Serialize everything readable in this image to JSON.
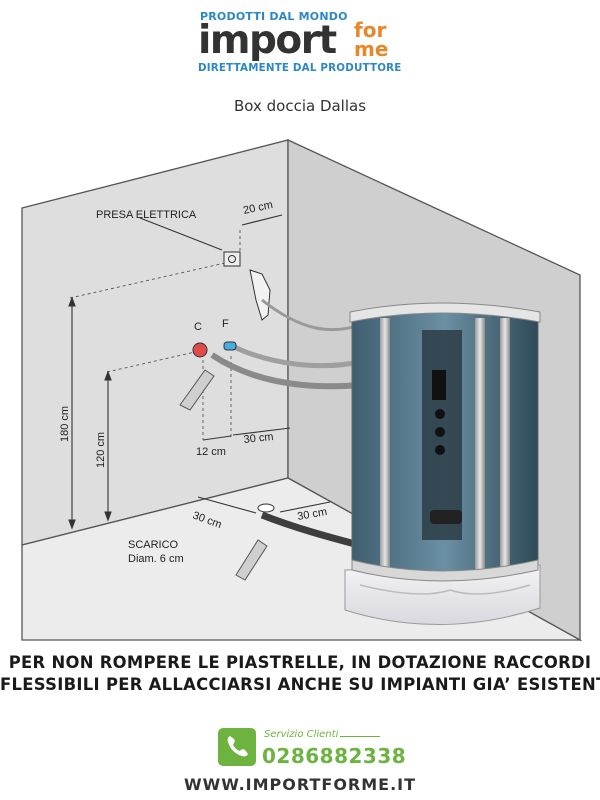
{
  "logo": {
    "tagline_top": "PRODOTTI DAL MONDO",
    "brand_main": "import",
    "brand_for": "for",
    "brand_me": "me",
    "tagline_bottom": "DIRETTAMENTE DAL PRODUTTORE"
  },
  "title": "Box doccia Dallas",
  "diagram": {
    "presa_label": "PRESA ELETTRICA",
    "presa_dist": "20 cm",
    "cold_label": "C",
    "hot_label": "F",
    "height_total": "180 cm",
    "height_taps": "120 cm",
    "tap_gap": "12 cm",
    "tap_to_box": "30 cm",
    "drain_left": "30 cm",
    "drain_right": "30 cm",
    "drain_label": "SCARICO",
    "drain_diam": "Diam. 6 cm"
  },
  "notice": {
    "line1": "PER NON ROMPERE LE PIASTRELLE, IN DOTAZIONE RACCORDI",
    "line2": "FLESSIBILI PER ALLACCIARSI ANCHE SU IMPIANTI GIA’ ESISTENTI"
  },
  "contact": {
    "service_label": "Servizio Clienti",
    "phone": "0286882338",
    "website": "WWW.IMPORTFORME.IT"
  },
  "colors": {
    "brand_blue": "#2b87c7",
    "brand_orange": "#e8862a",
    "contact_green": "#6db33f",
    "wall": "#dcdcdc"
  }
}
